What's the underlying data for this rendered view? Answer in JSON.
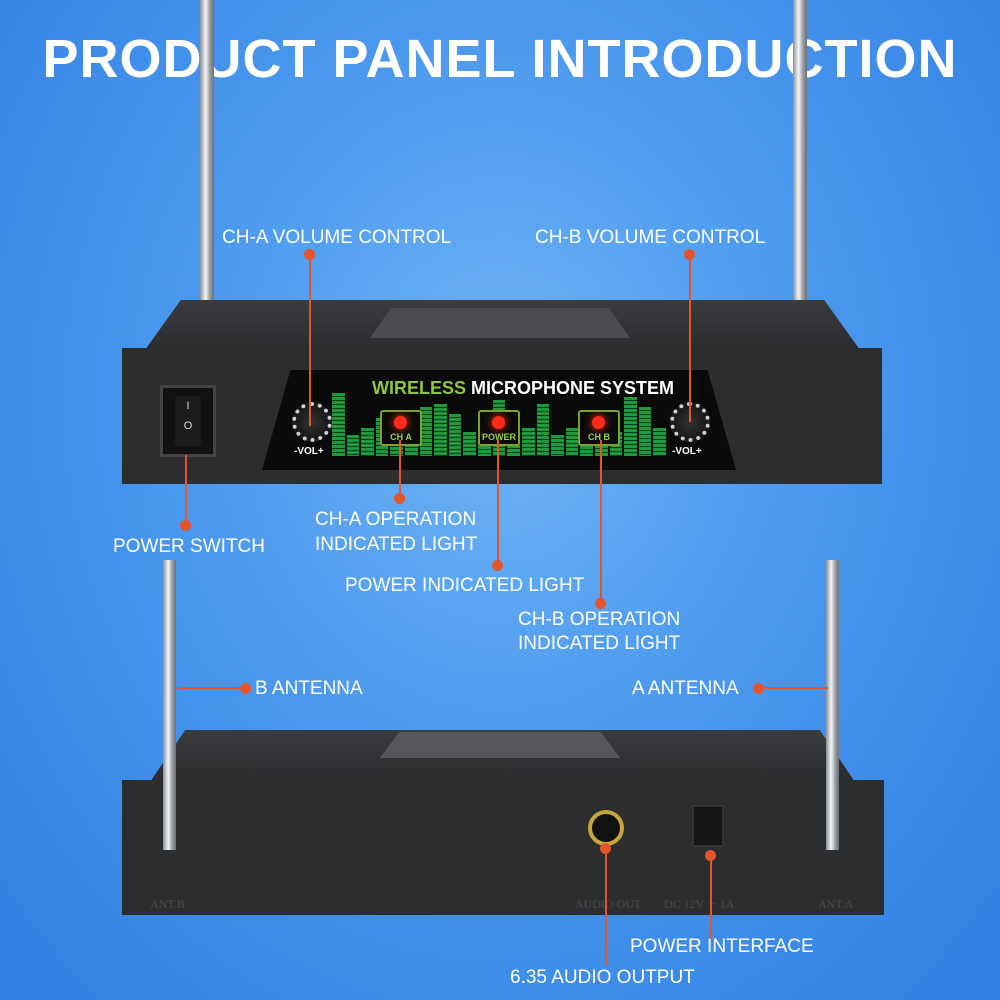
{
  "title": "PRODUCT PANEL INTRODUCTION",
  "callouts": {
    "ch_a_volume": "CH-A VOLUME CONTROL",
    "ch_b_volume": "CH-B VOLUME CONTROL",
    "power_switch": "POWER SWITCH",
    "ch_a_light_1": "CH-A OPERATION",
    "ch_a_light_2": "INDICATED LIGHT",
    "power_light": "POWER INDICATED LIGHT",
    "ch_b_light_1": "CH-B OPERATION",
    "ch_b_light_2": "INDICATED LIGHT",
    "b_antenna": "B ANTENNA",
    "a_antenna": "A ANTENNA",
    "power_interface": "POWER INTERFACE",
    "audio_output": "6.35 AUDIO OUTPUT"
  },
  "panel": {
    "brand_green": "WIRELESS",
    "brand_white": "MICROPHONE SYSTEM",
    "led_a": "CH A",
    "led_power": "POWER",
    "led_b": "CH B",
    "vol_left": "-VOL+",
    "vol_right": "-VOL+",
    "switch_on": "I",
    "switch_off": "O"
  },
  "rear": {
    "ant_b": "ANT.B",
    "audio_out": "AUDIO OUT",
    "dc": "DC 12V ⎓ 1A",
    "ant_a": "ANT.A"
  },
  "colors": {
    "accent": "#e4552a",
    "brand_green": "#8dc63f"
  }
}
